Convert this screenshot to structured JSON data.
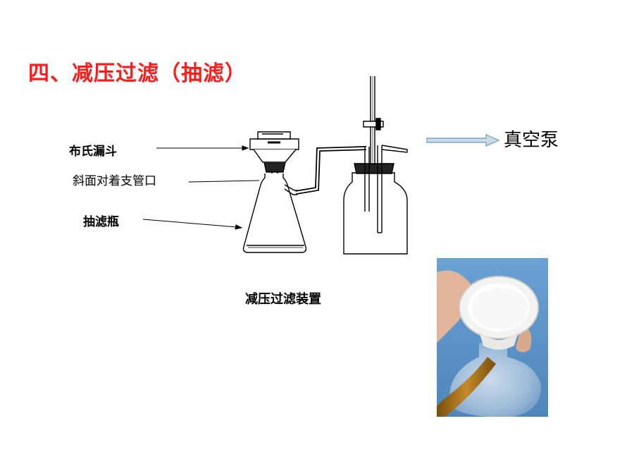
{
  "slide": {
    "title": "四、减压过滤（抽滤）",
    "labels": {
      "buchner_funnel": "布氏漏斗",
      "slant_facing": "斜面对着支管口",
      "suction_flask": "抽滤瓶",
      "vacuum_pump": "真空泵"
    },
    "caption": "减压过滤装置",
    "colors": {
      "title": "#ff1a1a",
      "arrow": "#7fa8c9",
      "photo_background": "#5d95c8",
      "tube": "#b0781a"
    }
  }
}
